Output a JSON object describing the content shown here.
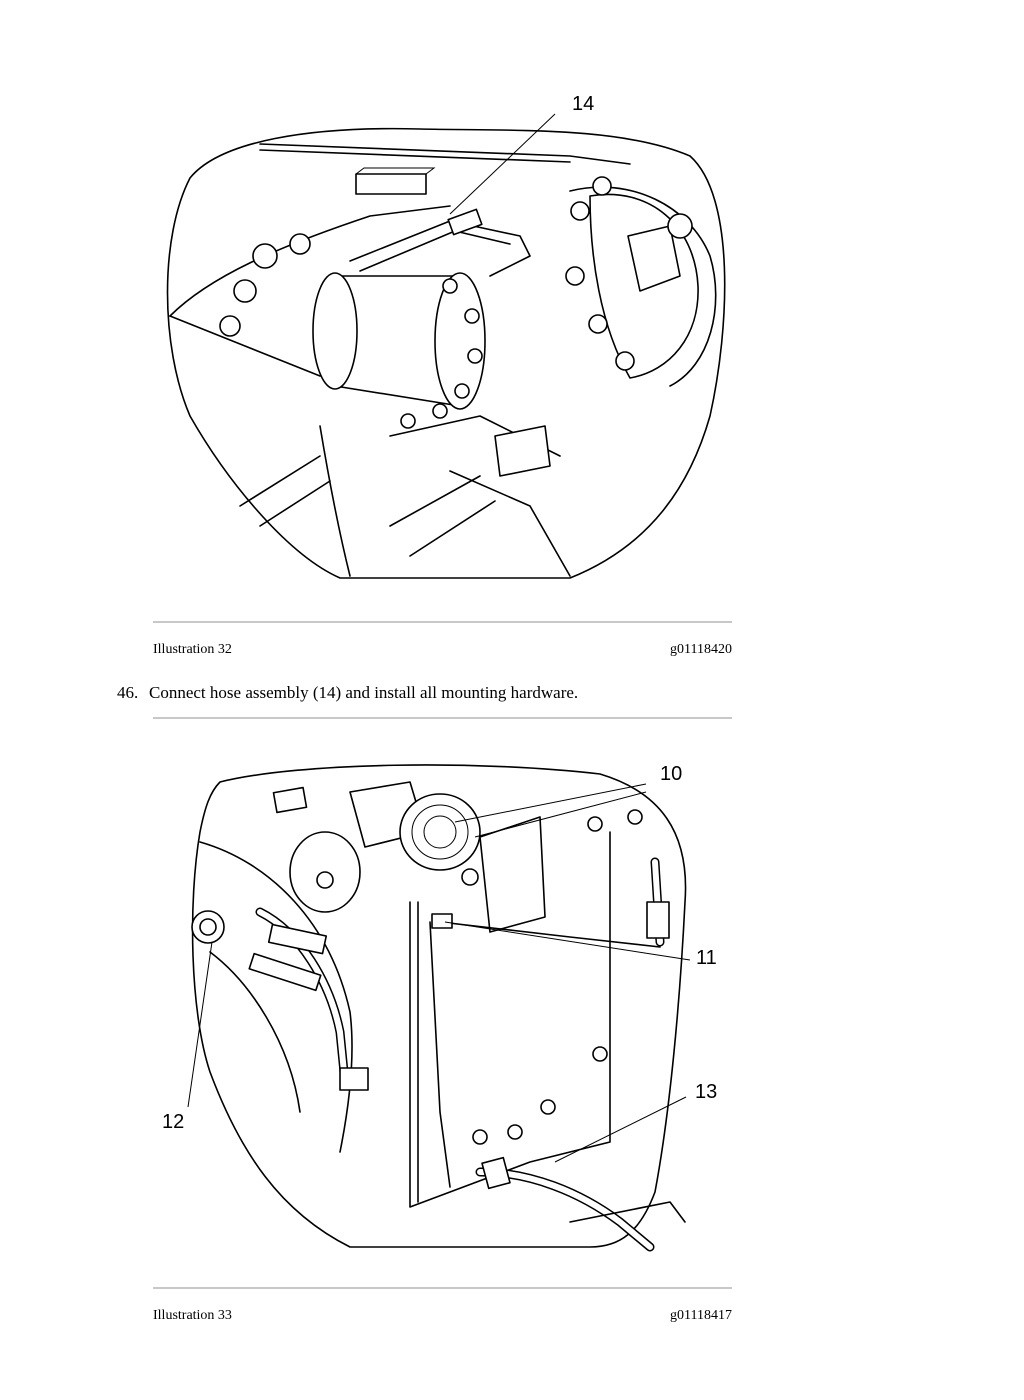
{
  "illustration_32": {
    "callouts": [
      "14"
    ],
    "caption_label": "Illustration 32",
    "caption_code": "g01118420"
  },
  "step": {
    "number": "46.",
    "text": "Connect hose assembly (14) and install all mounting hardware."
  },
  "illustration_33": {
    "callouts": [
      "10",
      "11",
      "12",
      "13"
    ],
    "caption_label": "Illustration 33",
    "caption_code": "g01118417"
  }
}
